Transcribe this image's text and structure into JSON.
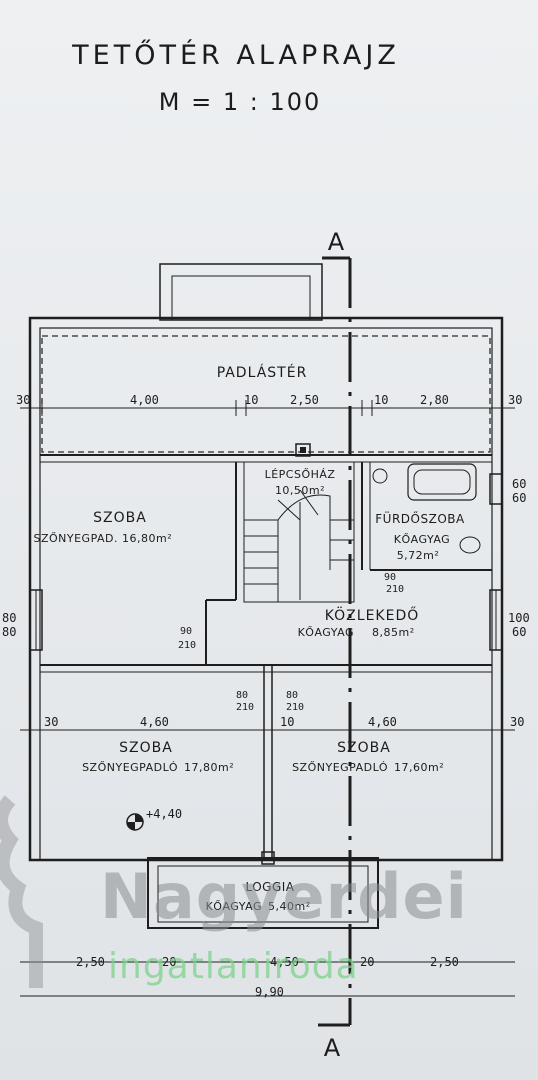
{
  "title": "TETŐTÉR ALAPRAJZ",
  "scale": "M = 1 : 100",
  "section_marker": "A",
  "rooms": {
    "attic": "PADLÁSTÉR",
    "stair": {
      "name": "LÉPCSŐHÁZ",
      "area": "10,50m²"
    },
    "bath": {
      "name": "FÜRDŐSZOBA",
      "floor": "KŐAGYAG",
      "area": "5,72m²"
    },
    "corridor": {
      "name": "KÖZLEKEDŐ",
      "floor": "KŐAGYAG",
      "area": "8,85m²"
    },
    "room_nw": {
      "name": "SZOBA",
      "floor": "SZŐNYEGPAD.",
      "area": "16,80m²"
    },
    "room_sw": {
      "name": "SZOBA",
      "floor": "SZŐNYEGPADLÓ",
      "area": "17,80m²"
    },
    "room_se": {
      "name": "SZOBA",
      "floor": "SZŐNYEGPADLÓ",
      "area": "17,60m²"
    },
    "loggia": {
      "name": "LOGGIA",
      "floor": "KŐAGYAG",
      "area": "5,40m²"
    }
  },
  "dims": {
    "top": [
      "30",
      "4,00",
      "10",
      "2,50",
      "10",
      "2,80",
      "30"
    ],
    "mid": [
      "30",
      "4,60",
      "10",
      "4,60",
      "30"
    ],
    "bottom": [
      "2,50",
      "20",
      "4,50",
      "20",
      "2,50"
    ],
    "total": "9,90",
    "side_left": [
      "80",
      "80"
    ],
    "side_right_top": [
      "60",
      "60"
    ],
    "side_right_mid": [
      "100",
      "60"
    ],
    "openings": [
      "90",
      "210",
      "90",
      "210",
      "80",
      "210",
      "80",
      "210"
    ],
    "level": "+4,40"
  },
  "watermark": {
    "line1": "Nagyerdei",
    "line2": "ingatlaniroda"
  }
}
